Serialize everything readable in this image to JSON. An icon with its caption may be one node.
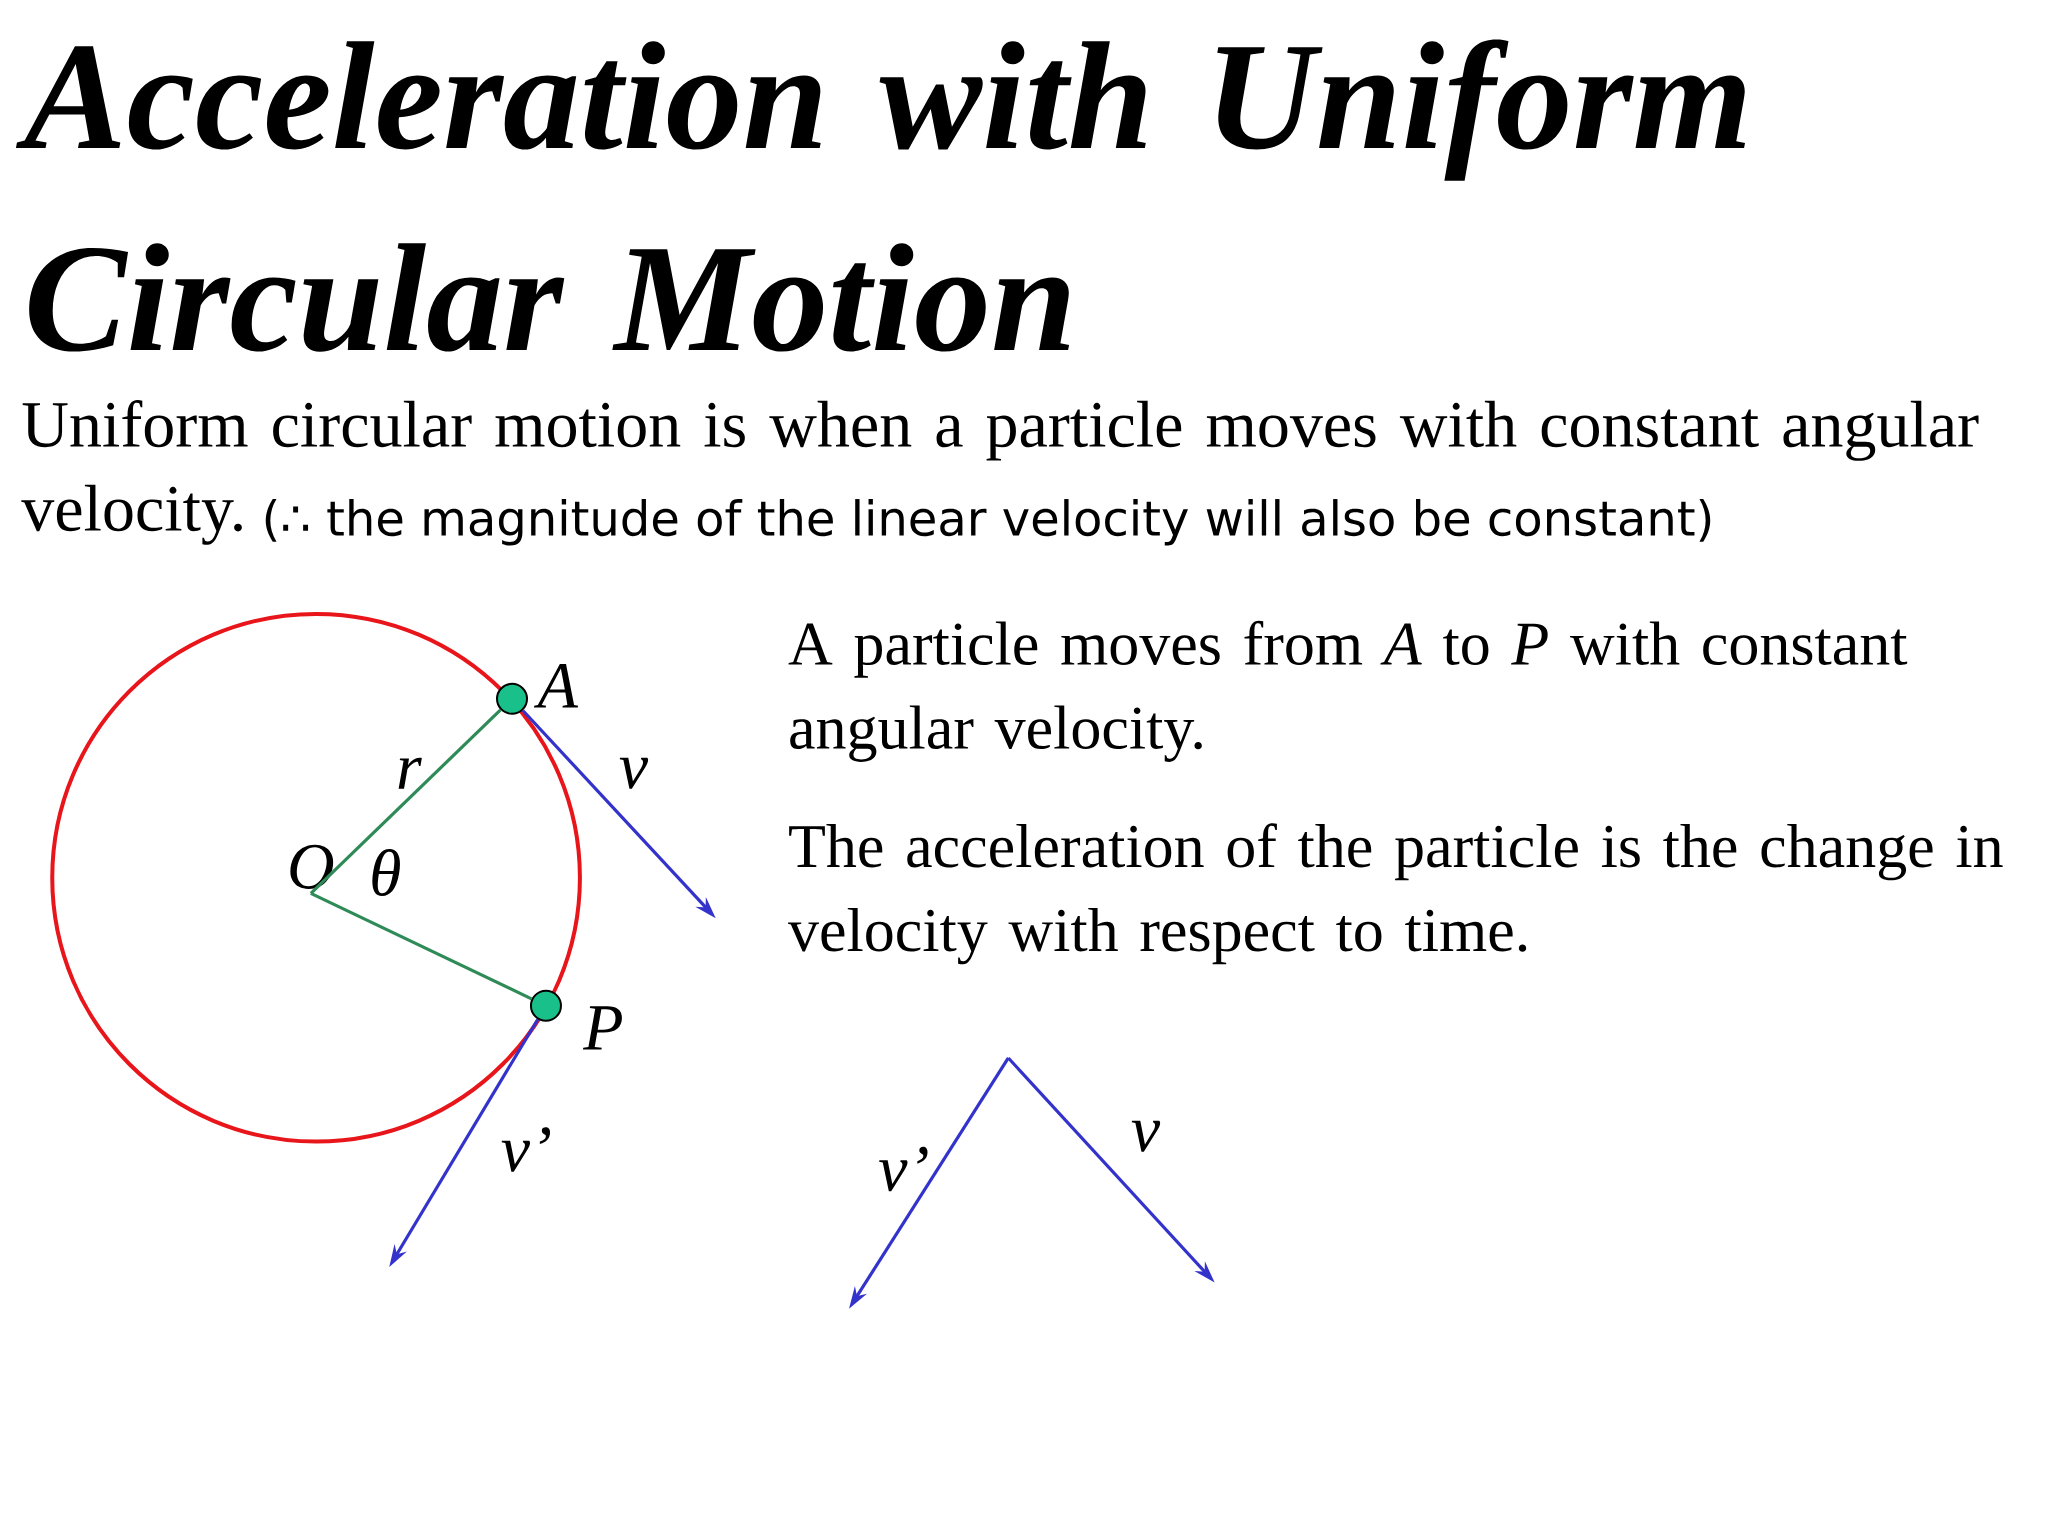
{
  "diagram": {
    "title": "Acceleration with Uniform Circular Motion",
    "nodes": [
      {
        "text": [
          "O"
        ]
      },
      {
        "text": [],
        "shape": "circle",
        "beside": [
          "A"
        ]
      },
      {
        "text": [],
        "shape": "circle",
        "beside": [
          "P"
        ]
      }
    ],
    "edges": [
      {
        "from": 0,
        "to": 1,
        "arrow": "none",
        "label": "r",
        "color": "#2e8b57"
      },
      {
        "from": 0,
        "to": 2,
        "arrow": "none",
        "color": "#2e8b57"
      },
      {
        "from": 1,
        "to": null,
        "arrow": "to",
        "label": "v",
        "color": "#3333cc"
      },
      {
        "from": 2,
        "to": null,
        "arrow": "to",
        "label": "v’",
        "color": "#3333cc"
      }
    ],
    "labels": [
      "Uniform circular motion is when a particle moves with constant angular velocity.",
      "(∴ the magnitude of the linear velocity will also be constant)",
      "A particle moves from *A* to *P* with constant angular velocity.",
      "The acceleration of the particle is the change in velocity with respect to time.",
      "θ",
      "v’",
      "v"
    ]
  }
}
